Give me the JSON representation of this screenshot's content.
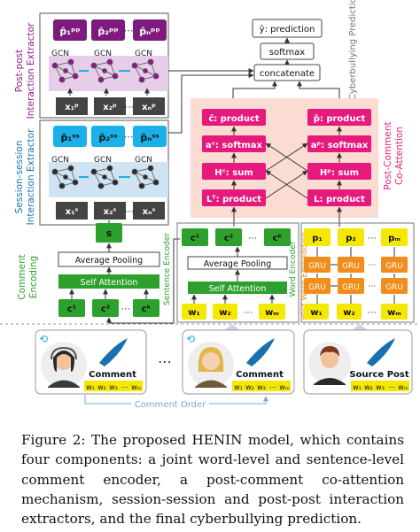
{
  "pp_extractor": {
    "label_line1": "Post-post",
    "label_line2": "Interaction Extractor",
    "outputs": [
      "p̂₁ᵖᵖ",
      "p̂₂ᵖᵖ",
      "p̂ₙᵖᵖ"
    ],
    "gcn_label": "GCN",
    "inputs": [
      "x₁ᵖ",
      "x₂ᵖ",
      "xₙᵖ"
    ]
  },
  "ss_extractor": {
    "label_line1": "Session-session",
    "label_line2": "Interaction Extractor",
    "outputs": [
      "p̂₁ˢˢ",
      "p̂₂ˢˢ",
      "p̂ₙˢˢ"
    ],
    "gcn_label": "GCN",
    "inputs": [
      "x₁ˢ",
      "x₂ˢ",
      "xₙˢ"
    ]
  },
  "ellipsis": "⋯",
  "prediction": {
    "label": "Cyberbullying Prediction",
    "output": "ŷ: prediction",
    "softmax": "softmax",
    "concatenate": "concatenate"
  },
  "coattention": {
    "label_line1": "Post-Comment",
    "label_line2": "Co-Attention",
    "left": [
      "ĉ: product",
      "aᶜ: softmax",
      "Hᶜ: sum",
      "Lᵀ: product"
    ],
    "right": [
      "p̂: product",
      "aᵖ: softmax",
      "Hᵖ: sum",
      "L: product"
    ]
  },
  "comment_encoding": {
    "label_line1": "Comment",
    "label_line2": "Encoding",
    "s": "s",
    "avg_pool": "Average Pooling",
    "self_attn": "Self Attention",
    "cs": [
      "c¹",
      "c²",
      "cᵏ"
    ]
  },
  "sentence_encoder": {
    "label": "Sentence Encoder",
    "cs": [
      "c¹",
      "c²",
      "cᵏ"
    ]
  },
  "word_encoder": {
    "label": "Word Encoder",
    "avg_pool": "Average Pooling",
    "self_attn": "Self Attention",
    "ws": [
      "w₁",
      "w₂",
      "wₘ"
    ]
  },
  "post_embedding": {
    "label": "Post Word Embedding",
    "ps": [
      "p₁",
      "p₂",
      "pₘ"
    ],
    "gru": "GRU",
    "ws": [
      "w₁",
      "w₂",
      "wₘ"
    ]
  },
  "bottom": {
    "comment1": "Comment",
    "comment2": "Comment",
    "source": "Source Post",
    "words": [
      "w₁",
      "w₂",
      "w₃",
      "⋯",
      "wₘ"
    ],
    "order": "Comment Order"
  },
  "caption": "Figure 2: The proposed HENIN model, which contains four components: a joint word-level and sentence-level comment encoder, a post-comment co-attention mechanism, session-session and post-post interaction extractors, and the final cyberbullying prediction.",
  "colors": {
    "pink": "#e6197d",
    "yellow": "#f5e800",
    "green": "#2ea02e",
    "orange": "#f28c1a",
    "cyan": "#1ab0e8",
    "purple": "#8a1a8a",
    "coatt_bg": "#fadcd2"
  }
}
